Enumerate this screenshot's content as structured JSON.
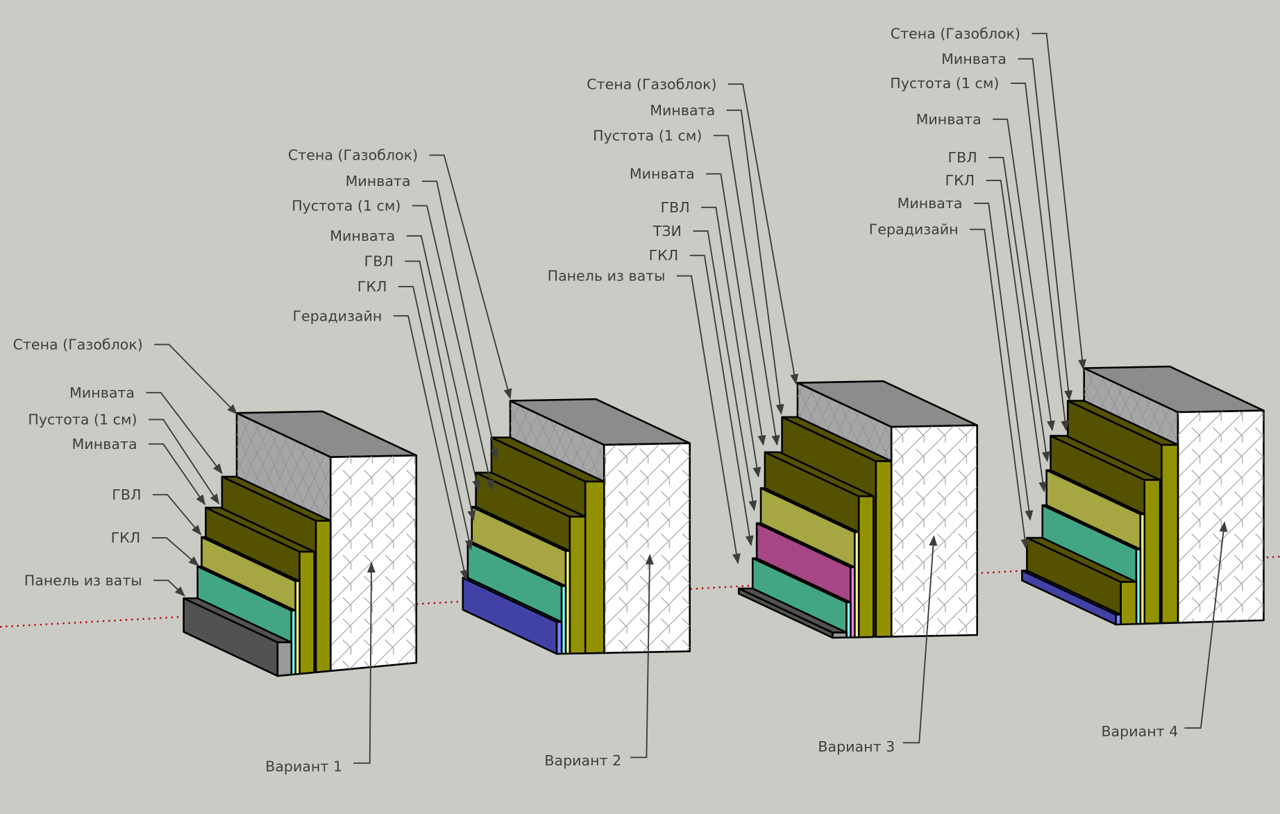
{
  "canvas": {
    "background": "#cbcbc6"
  },
  "materials": {
    "wall": {
      "name": "Стена (Газоблок)",
      "front": "#ffffff",
      "side": "#a6a6a6",
      "top": "#8c8c8c"
    },
    "wool": {
      "name": "Минвата",
      "front": "#545200",
      "end": "#929200"
    },
    "gap": {
      "name": "Пустота (1 см)"
    },
    "gvl": {
      "name": "ГВЛ",
      "front": "#a6a642",
      "end": "#ffff80"
    },
    "gkl": {
      "name": "ГКЛ",
      "front": "#42a684",
      "end": "#80ffff"
    },
    "tzi": {
      "name": "ТЗИ",
      "front": "#a64684",
      "end": "#ff80ff"
    },
    "panel": {
      "name": "Панель из ваты",
      "front": "#525252",
      "end": "#9a9a9a"
    },
    "gera": {
      "name": "Герадизайн",
      "front": "#4242a6",
      "end": "#8080ff"
    }
  },
  "variants": [
    {
      "title": "Вариант 1",
      "labels": [
        "Стена (Газоблок)",
        "Минвата",
        "Пустота (1 см)",
        "Минвата",
        "ГВЛ",
        "ГКЛ",
        "Панель из ваты"
      ],
      "layers": [
        "wall",
        "wool",
        "gap",
        "wool",
        "gvl",
        "gkl",
        "panel"
      ]
    },
    {
      "title": "Вариант 2",
      "labels": [
        "Стена (Газоблок)",
        "Минвата",
        "Пустота (1 см)",
        "Минвата",
        "ГВЛ",
        "ГКЛ",
        "Герадизайн"
      ],
      "layers": [
        "wall",
        "wool",
        "gap",
        "wool",
        "gvl",
        "gkl",
        "gera"
      ]
    },
    {
      "title": "Вариант 3",
      "labels": [
        "Стена (Газоблок)",
        "Минвата",
        "Пустота (1 см)",
        "Минвата",
        "ГВЛ",
        "ТЗИ",
        "ГКЛ",
        "Панель из ваты"
      ],
      "layers": [
        "wall",
        "wool",
        "gap",
        "wool",
        "gvl",
        "tzi",
        "gkl",
        "panel"
      ]
    },
    {
      "title": "Вариант 4",
      "labels": [
        "Стена (Газоблок)",
        "Минвата",
        "Пустота (1 см)",
        "Минвата",
        "ГВЛ",
        "ГКЛ",
        "Минвата",
        "Герадизайн"
      ],
      "layers": [
        "wall",
        "wool",
        "gap",
        "wool",
        "gvl",
        "gkl",
        "wool",
        "gera"
      ]
    }
  ],
  "axis_color": "#b00000",
  "label_color": "#3d3d3d"
}
